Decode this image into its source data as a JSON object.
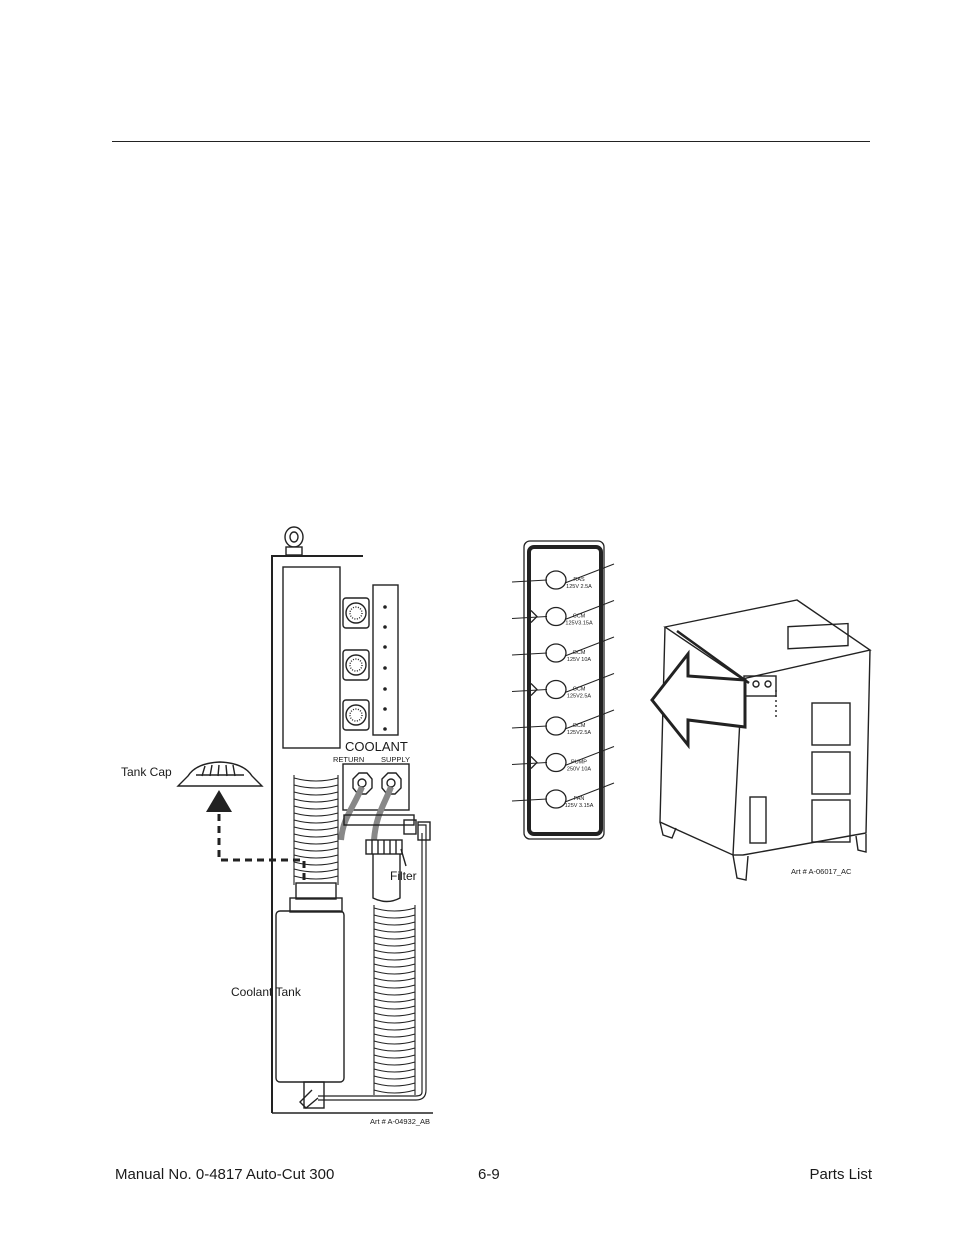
{
  "figure_left": {
    "labels": {
      "tank_cap": "Tank Cap",
      "coolant": "COOLANT",
      "return": "RETURN",
      "supply": "SUPPLY",
      "filter": "Filter",
      "coolant_tank": "Coolant Tank",
      "art_number": "Art # A-04932_AB"
    }
  },
  "figure_right": {
    "fuses": [
      {
        "name": "RAS",
        "rating": "125V 2.5A"
      },
      {
        "name": "CCM",
        "rating": "125V3.15A"
      },
      {
        "name": "GCM",
        "rating": "125V 10A"
      },
      {
        "name": "GCM",
        "rating": "125V2.5A"
      },
      {
        "name": "GCM",
        "rating": "125V2.5A"
      },
      {
        "name": "PUMP",
        "rating": "250V 10A"
      },
      {
        "name": "FAN",
        "rating": "125V 3.15A"
      }
    ],
    "art_number": "Art # A-06017_AC"
  },
  "footer": {
    "manual": "Manual No. 0-4817 Auto-Cut 300",
    "page": "6-9",
    "section": "Parts List"
  }
}
